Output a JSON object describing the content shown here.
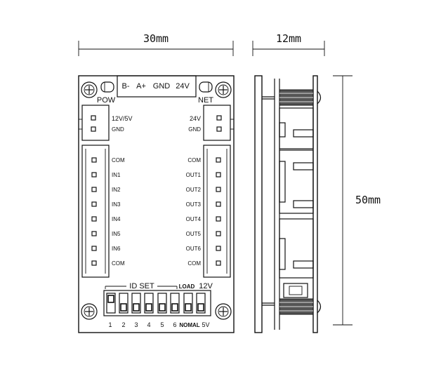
{
  "dimensions": {
    "width_front": "30mm",
    "width_side": "12mm",
    "height": "50mm"
  },
  "terminal_labels": [
    "B-",
    "A+",
    "GND",
    "24V"
  ],
  "pow": {
    "title": "POW",
    "pins": [
      "12V/5V",
      "GND"
    ]
  },
  "net": {
    "title": "NET",
    "pins": [
      "24V",
      "GND"
    ]
  },
  "inputs": [
    "COM",
    "IN1",
    "IN2",
    "IN3",
    "IN4",
    "IN5",
    "IN6",
    "COM"
  ],
  "outputs": [
    "COM",
    "OUT1",
    "OUT2",
    "OUT3",
    "OUT4",
    "OUT5",
    "OUT6",
    "COM"
  ],
  "dip": {
    "title": "ID SET",
    "load_label": "LOAD",
    "voltage_top": "12V",
    "numbers": [
      "1",
      "2",
      "3",
      "4",
      "5",
      "6"
    ],
    "nomal_label": "NOMAL",
    "voltage_bottom": "5V"
  }
}
